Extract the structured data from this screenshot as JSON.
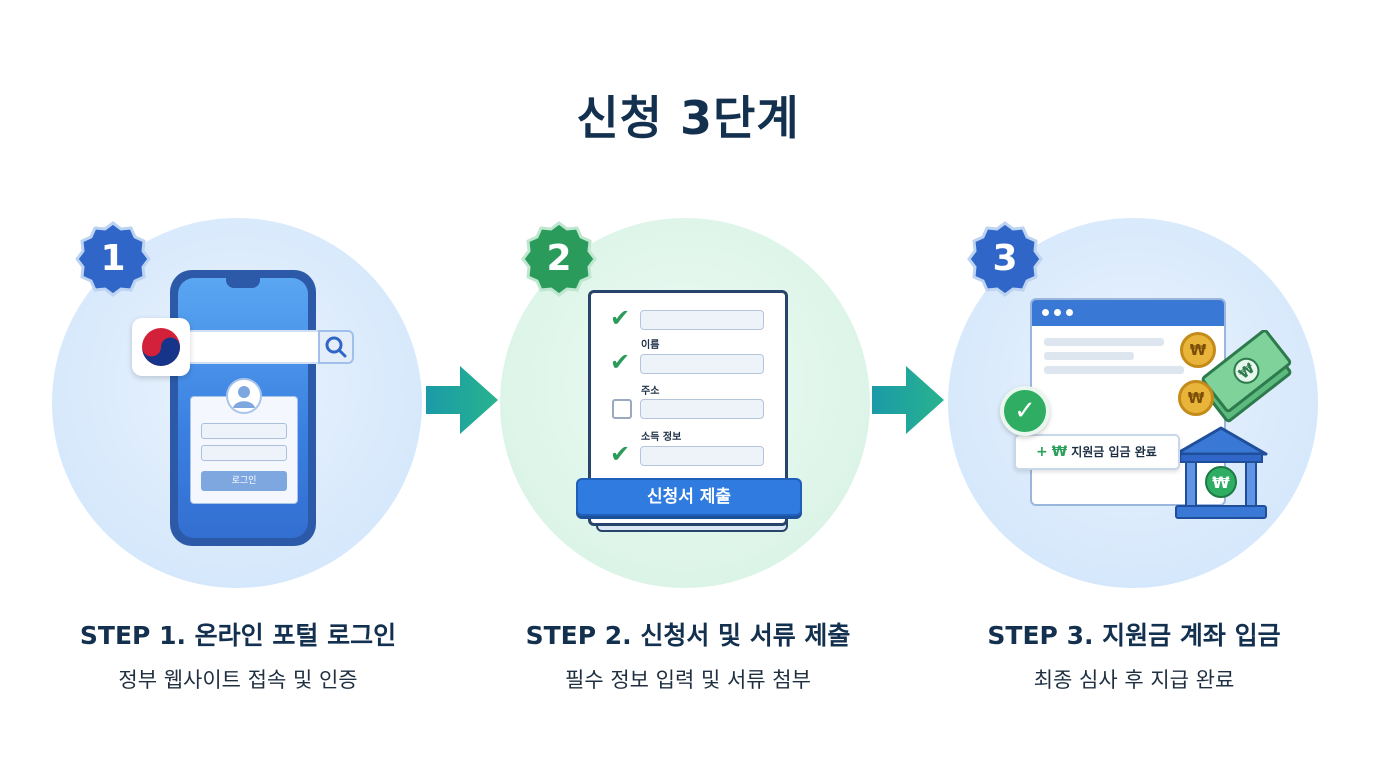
{
  "title": "신청 3단계",
  "colors": {
    "blue_circle": "#d6e8fb",
    "green_circle": "#dcf4e8",
    "badge_blue": "#2f66c8",
    "badge_green": "#2a9b5a",
    "arrow_teal": "#1fa5a5"
  },
  "steps": [
    {
      "number": "1",
      "title": "STEP 1. 온라인 포털 로그인",
      "description": "정부 웹사이트 접속 및 인증",
      "illustration": {
        "login_button": "로그인",
        "icons": [
          "government-logo-icon",
          "search-icon",
          "user-avatar-icon"
        ]
      }
    },
    {
      "number": "2",
      "title": "STEP 2. 신청서 및 서류 제출",
      "description": "필수 정보 입력 및 서류 첨부",
      "illustration": {
        "fields": [
          {
            "label": "",
            "checked": true
          },
          {
            "label": "이름",
            "checked": true
          },
          {
            "label": "주소",
            "checked": false
          },
          {
            "label": "소득 정보",
            "checked": true
          }
        ],
        "submit_label": "신청서 제출"
      }
    },
    {
      "number": "3",
      "title": "STEP 3. 지원금 계좌 입금",
      "description": "최종 심사 후 지급 완료",
      "illustration": {
        "plus_sign": "+",
        "currency_symbol": "₩",
        "deposit_text": "지원금 입금 완료",
        "icons": [
          "check-circle-icon",
          "coin-icon",
          "banknote-icon",
          "bank-building-icon"
        ]
      }
    }
  ]
}
